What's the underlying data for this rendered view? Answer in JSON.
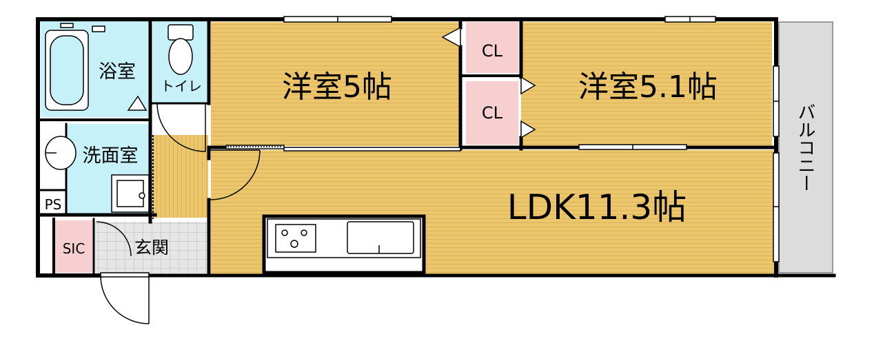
{
  "floorplan": {
    "rooms": {
      "bath": "浴室",
      "toilet": "トイレ",
      "western1": "洋室5帖",
      "western2": "洋室5.1帖",
      "cl_top": "CL",
      "cl_bottom": "CL",
      "washroom": "洗面室",
      "ps": "PS",
      "sic": "SIC",
      "entrance": "玄関",
      "ldk": "LDK11.3帖",
      "balcony": "バルコニー"
    },
    "colors": {
      "wood_floor": "#ecc66c",
      "wet_area": "#c7f1f8",
      "storage": "#f7cfd1",
      "entrance_tile": "#e6e6e6",
      "balcony": "#dcdcdc",
      "wall": "#000000"
    }
  }
}
